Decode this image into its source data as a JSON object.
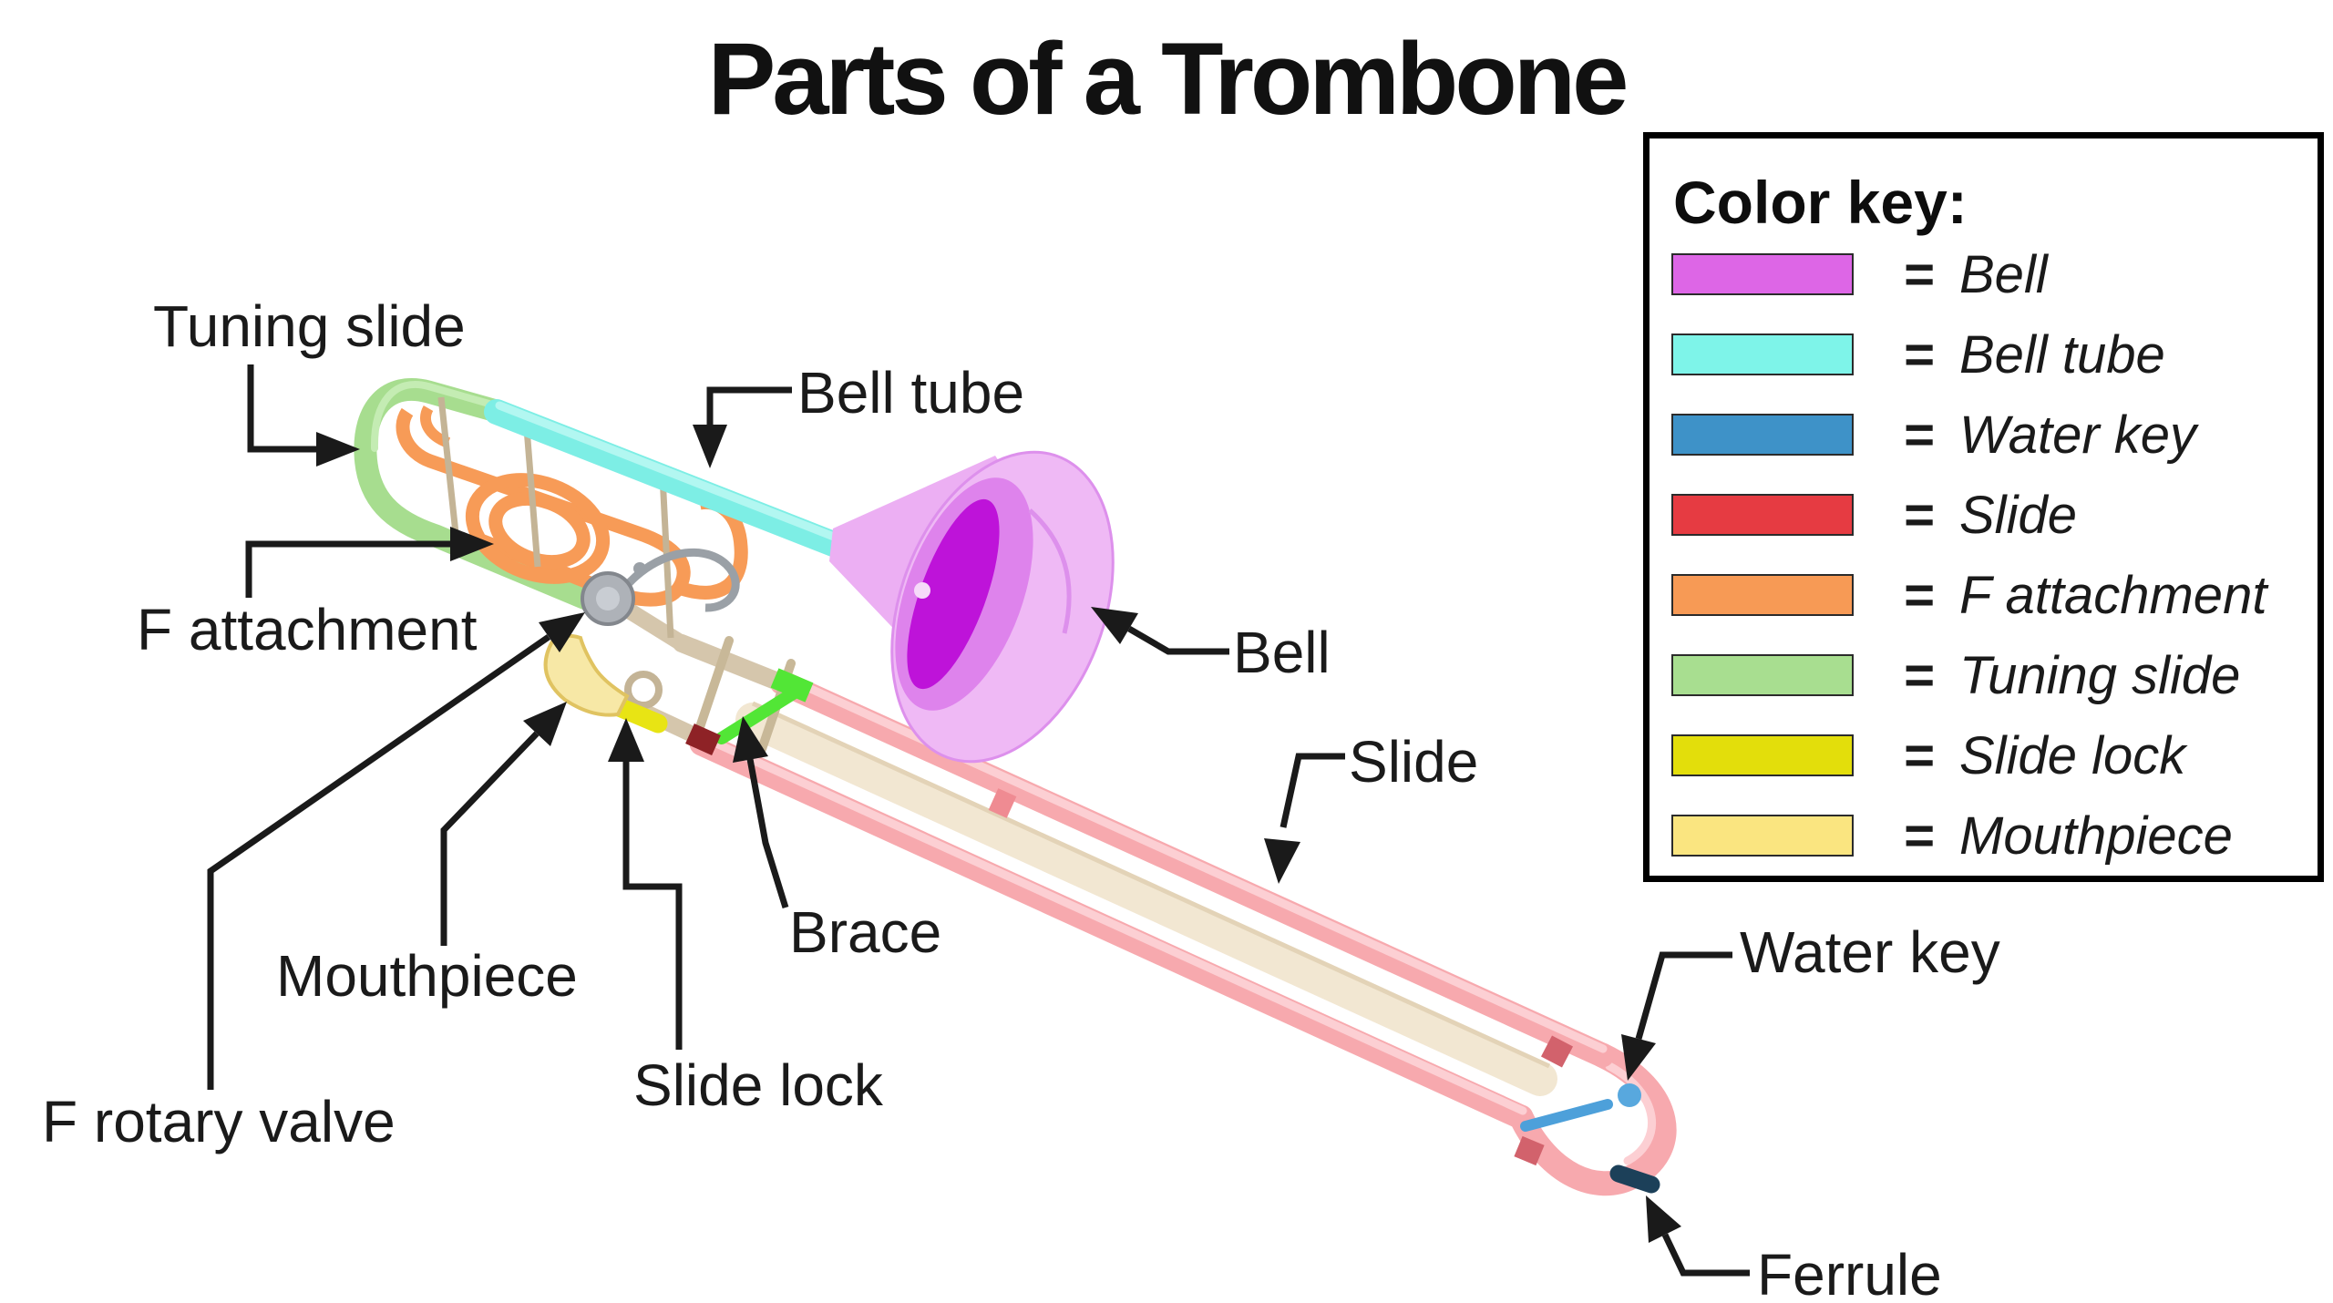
{
  "title": "Parts of a Trombone",
  "legend": {
    "heading": "Color key:",
    "equals_sign": "=",
    "items": [
      {
        "label": "Bell",
        "color": "#dd66e6"
      },
      {
        "label": "Bell tube",
        "color": "#7ef4e9"
      },
      {
        "label": "Water key",
        "color": "#3e92c8"
      },
      {
        "label": "Slide",
        "color": "#e63b42"
      },
      {
        "label": "F attachment",
        "color": "#f79a55"
      },
      {
        "label": "Tuning slide",
        "color": "#a8de90"
      },
      {
        "label": "Slide lock",
        "color": "#e3de0b"
      },
      {
        "label": "Mouthpiece",
        "color": "#fae580"
      }
    ]
  },
  "callouts": {
    "tuning_slide": {
      "label": "Tuning slide"
    },
    "bell_tube": {
      "label": "Bell tube"
    },
    "f_attachment": {
      "label": "F attachment"
    },
    "bell": {
      "label": "Bell"
    },
    "slide": {
      "label": "Slide"
    },
    "brace": {
      "label": "Brace"
    },
    "mouthpiece": {
      "label": "Mouthpiece"
    },
    "slide_lock": {
      "label": "Slide lock"
    },
    "f_rotary_valve": {
      "label": "F rotary valve"
    },
    "water_key": {
      "label": "Water key"
    },
    "ferrule": {
      "label": "Ferrule"
    }
  },
  "diagram_colors": {
    "bell": "#efb9f5",
    "bell_inner": "#be13d9",
    "bell_tube": "#7deee5",
    "tuning_slide": "#a7dd8f",
    "f_attachment": "#f79b57",
    "slide": "#f7a9ae",
    "slide_lock": "#e8e414",
    "mouthpiece": "#f7e8a6",
    "water_key": "#4da0da",
    "ferrule": "#1c4059",
    "valve": "#aeb2b8",
    "arrow": "#1a1a1a"
  }
}
